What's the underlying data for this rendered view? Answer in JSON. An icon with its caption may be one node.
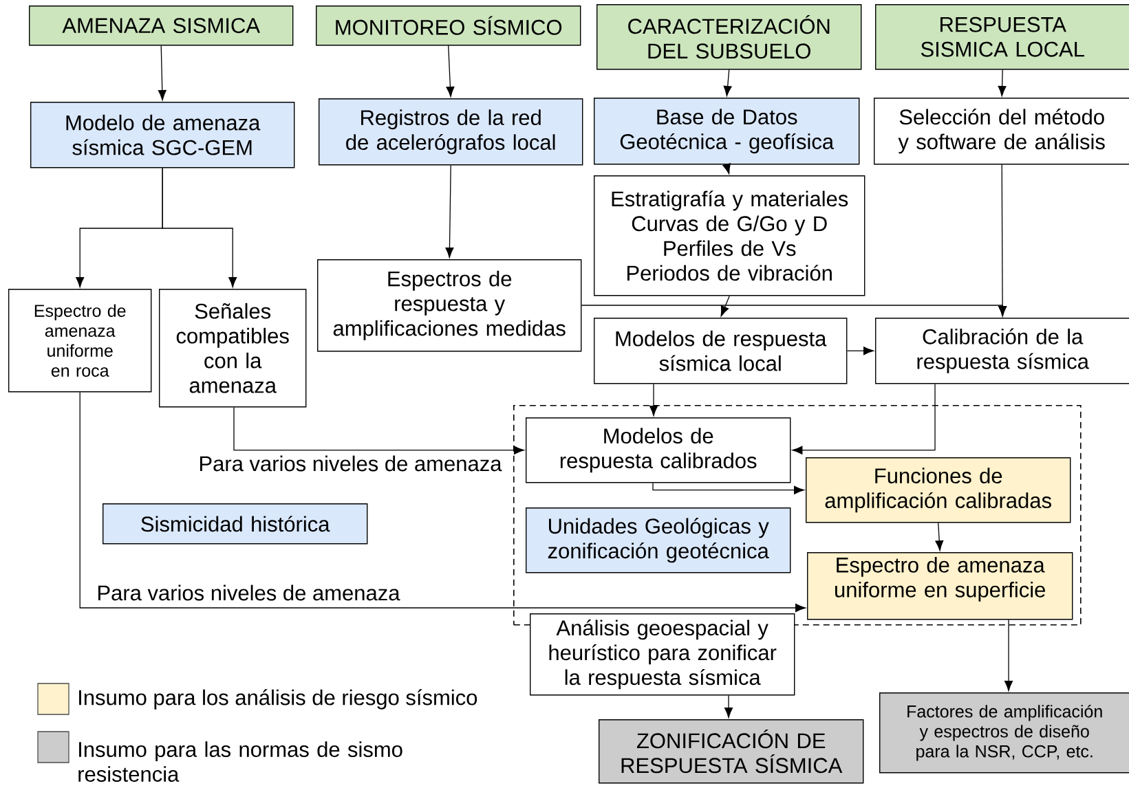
{
  "diagram": {
    "nodes": [
      {
        "text": [
          "AMENAZA SISMICA"
        ]
      },
      {
        "text": [
          "MONITOREO SÍSMICO"
        ]
      },
      {
        "text": [
          "CARACTERIZACIÓN DEL SUBSUELO"
        ]
      },
      {
        "text": [
          "RESPUESTA SISMICA LOCAL"
        ]
      },
      {
        "text": [
          "Modelo de amenaza sísmica SGC-GEM"
        ]
      },
      {
        "text": [
          "Registros de la red de acelerógrafos local"
        ]
      },
      {
        "text": [
          "Base de Datos Geotécnica - geofísica"
        ]
      },
      {
        "text": [
          "Selección del método y software de análisis"
        ]
      },
      {
        "text": [
          "Estratigrafía y materiales",
          "Curvas de G/Go y D",
          "Perfiles de Vs",
          "Periodos de vibración"
        ]
      },
      {
        "text": [
          "Espectro de amenaza uniforme en roca"
        ]
      },
      {
        "text": [
          "Señales compatibles con la amenaza"
        ]
      },
      {
        "text": [
          "Espectros de respuesta y amplificaciones medidas"
        ]
      },
      {
        "text": [
          "Modelos de respuesta sísmica local"
        ]
      },
      {
        "text": [
          "Calibración de la respuesta sísmica"
        ]
      },
      {
        "text": [],
        "shape": "box"
      },
      {
        "text": [
          "Modelos de respuesta calibrados"
        ],
        "in": 14
      },
      {
        "text": [
          "Funciones de amplificación calibradas"
        ],
        "in": 14
      },
      {
        "text": [
          "Sismicidad histórica"
        ]
      },
      {
        "text": [
          "Unidades Geológicas y zonificación geotécnica"
        ],
        "in": 14
      },
      {
        "text": [
          "Espectro de amenaza uniforme en superficie"
        ],
        "in": 14
      },
      {
        "text": [
          "Análisis geoespacial y heurístico para zonificar la respuesta sísmica"
        ]
      },
      {
        "text": [
          "ZONIFICACIÓN DE RESPUESTA SÍSMICA"
        ]
      },
      {
        "text": [
          "Factores de amplificación y espectros de diseño para la NSR, CCP, etc."
        ]
      }
    ],
    "edges": [
      {
        "from": 0,
        "to": 4,
        "arrow": "to"
      },
      {
        "from": 1,
        "to": 5,
        "arrow": "to"
      },
      {
        "from": 2,
        "to": 6,
        "arrow": "to"
      },
      {
        "from": 3,
        "to": 7,
        "arrow": "to"
      },
      {
        "from": 6,
        "to": 8,
        "arrow": "to"
      },
      {
        "from": 4,
        "to": 9,
        "arrow": "to"
      },
      {
        "from": 4,
        "to": 10,
        "arrow": "to"
      },
      {
        "from": 5,
        "to": 11,
        "arrow": "to"
      },
      {
        "from": 8,
        "to": 12,
        "arrow": "to"
      },
      {
        "from": 7,
        "to": 13,
        "arrow": "to"
      },
      {
        "from": 11,
        "to": 13,
        "arrow": "to"
      },
      {
        "from": 12,
        "to": 13,
        "arrow": "to"
      },
      {
        "from": 12,
        "to": 15,
        "arrow": "to"
      },
      {
        "from": 13,
        "to": 15,
        "arrow": "to"
      },
      {
        "from": 10,
        "to": 15,
        "arrow": "to",
        "label": "Para varios niveles de amenaza"
      },
      {
        "from": 15,
        "to": 16,
        "arrow": "to"
      },
      {
        "from": 16,
        "to": 19,
        "arrow": "to"
      },
      {
        "from": 9,
        "to": 19,
        "arrow": "to",
        "label": "Para varios niveles de amenaza"
      },
      {
        "from": 19,
        "to": 22,
        "arrow": "to"
      },
      {
        "from": 20,
        "to": 21,
        "arrow": "to"
      }
    ],
    "legend": [
      {
        "text": "Insumo para los análisis de riesgo sísmico",
        "color": "#fff2cc"
      },
      {
        "text": "Insumo para las normas de sismo resistencia",
        "color": "#cccccc"
      }
    ]
  }
}
